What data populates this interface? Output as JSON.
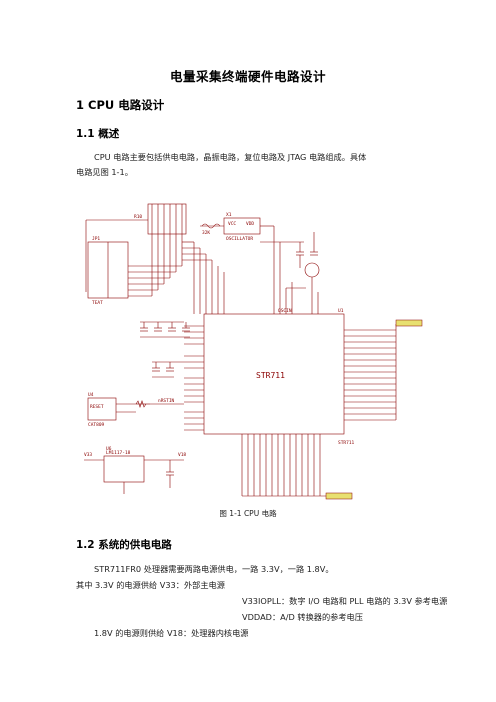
{
  "doc": {
    "title": "电量采集终端硬件电路设计",
    "section1": {
      "heading": "1 CPU 电路设计"
    },
    "section1_1": {
      "heading": "1.1 概述",
      "body_line1": "CPU 电路主要包括供电电路，晶振电路，复位电路及 JTAG 电路组成。具体",
      "body_line2": "电路见图 1-1。"
    },
    "figure": {
      "caption": "图 1-1 CPU 电路",
      "chip_label": "STR711",
      "chip_ref": "U1",
      "chip_part": "STR711",
      "jtag_ref": "JP1",
      "jtag_part": "TEAT",
      "crystal_ref": "X1",
      "crystal_label": "OSCILLATOR",
      "regulator_ref": "U6",
      "regulator_part": "LM1117-18",
      "reset_part": "RESET",
      "reset_ref": "U4",
      "reset_name": "CAT809",
      "oscin_label": "OSCIN",
      "net_vcc": "VCC",
      "net_vdd": "VDD",
      "v33": "V33",
      "v18": "V18",
      "resistor_ref": "R10",
      "nrstin_label": "nRSTIN",
      "crystal_freq": "32K"
    },
    "section1_2": {
      "heading": "1.2 系统的供电电路",
      "line1": "STR711FR0 处理器需要两路电源供电，一路 3.3V，一路 1.8V。",
      "line2": "其中 3.3V 的电源供给 V33：外部主电源",
      "line3": "V33IOPLL：数字 I/O 电路和 PLL 电路的 3.3V 参考电源",
      "line4": "VDDAD：A/D 转换器的参考电压",
      "line5": "1.8V 的电源则供给 V18：处理器内核电源"
    }
  }
}
